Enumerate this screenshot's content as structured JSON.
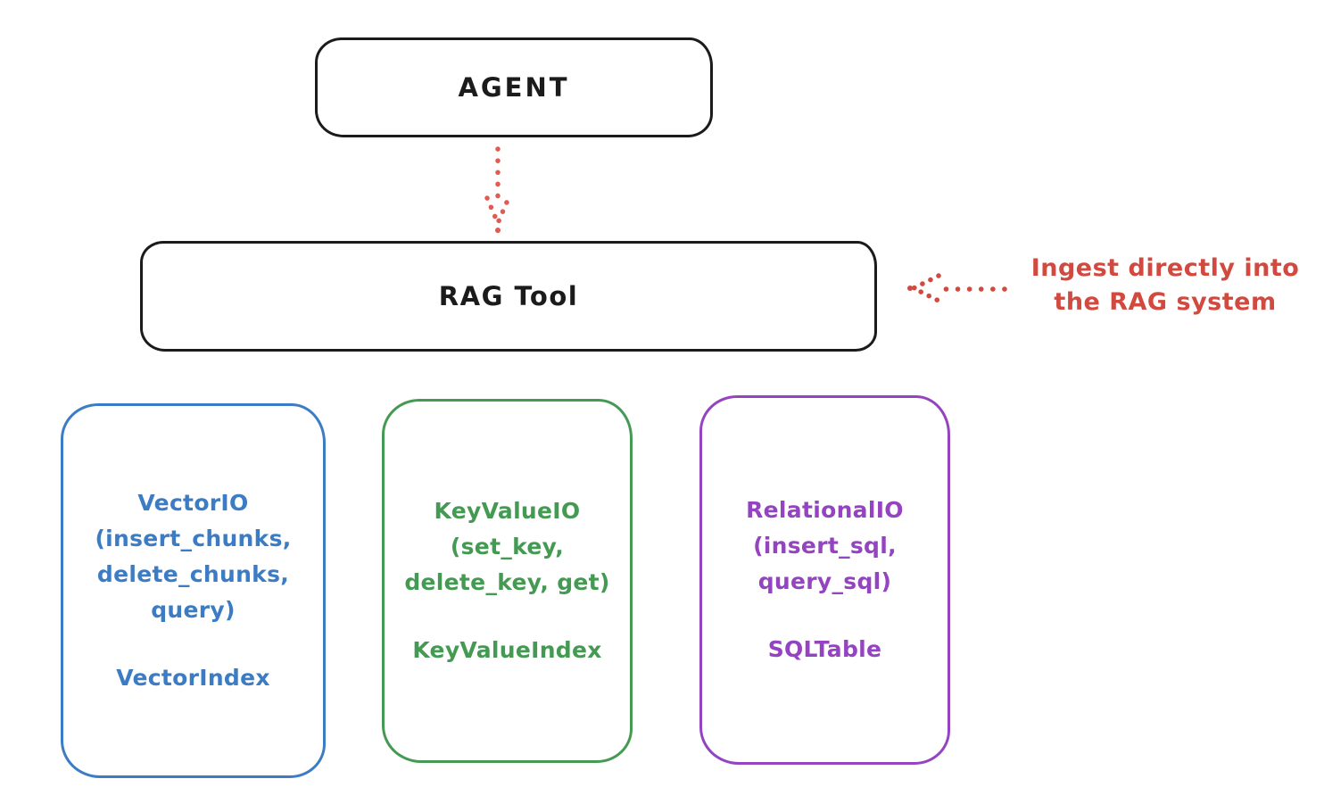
{
  "canvas": {
    "background": "#ffffff"
  },
  "agent_box": {
    "label": "AGENT",
    "stroke": "#1b1b1b"
  },
  "rag_tool_box": {
    "label": "RAG Tool",
    "stroke": "#1b1b1b"
  },
  "annotation": {
    "text_line1": "Ingest directly into",
    "text_line2": "the RAG system",
    "color": "#d1493f"
  },
  "arrows": [
    {
      "name": "agent-to-rag-tool",
      "style": "dotted",
      "direction": "down",
      "color": "#e25a50"
    },
    {
      "name": "annotation-to-rag-tool",
      "style": "dotted",
      "direction": "left",
      "color": "#d1493f"
    }
  ],
  "storage_boxes": [
    {
      "name": "vector-io",
      "color": "#3b7cc4",
      "lines": [
        "VectorIO",
        "(insert_chunks,",
        "delete_chunks,",
        "query)"
      ],
      "index_label": "VectorIndex"
    },
    {
      "name": "keyvalue-io",
      "color": "#459a53",
      "lines": [
        "KeyValueIO",
        "(set_key,",
        "delete_key, get)"
      ],
      "index_label": "KeyValueIndex"
    },
    {
      "name": "relational-io",
      "color": "#9443c1",
      "lines": [
        "RelationalIO",
        "(insert_sql,",
        "query_sql)"
      ],
      "index_label": "SQLTable"
    }
  ]
}
